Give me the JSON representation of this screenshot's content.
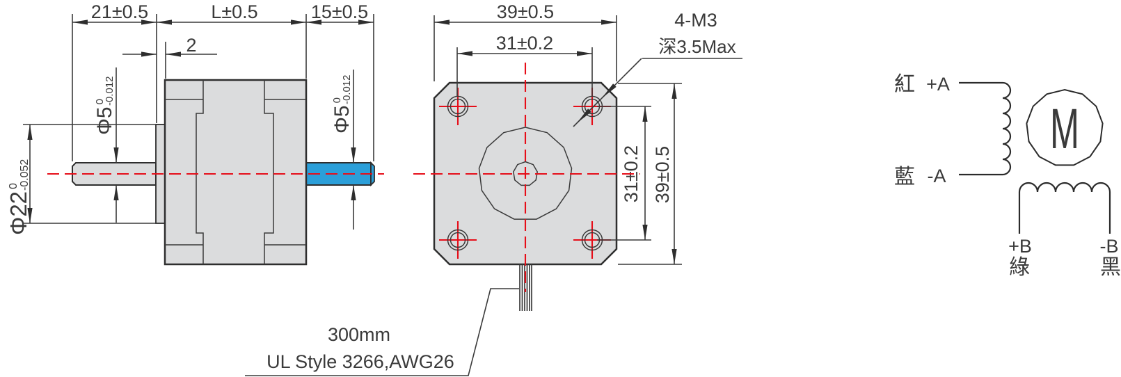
{
  "side_view": {
    "dim_rear_shaft_length": "21±0.5",
    "dim_body_length": "L±0.5",
    "dim_front_shaft_length": "15±0.5",
    "dim_hub_thickness": "2",
    "dim_rear_shaft_dia": {
      "main": "Φ5",
      "sup": "0",
      "sub": "-0.012"
    },
    "dim_front_shaft_dia": {
      "main": "Φ5",
      "sup": "0",
      "sub": "-0.012"
    },
    "dim_hub_dia": {
      "main": "Φ22",
      "sup": "0",
      "sub": "-0.052"
    }
  },
  "front_view": {
    "dim_width": "39±0.5",
    "dim_hole_spacing_h": "31±0.2",
    "dim_hole_spacing_v": "31±0.2",
    "dim_height": "39±0.5",
    "callout_holes_line1": "4-M3",
    "callout_holes_line2": "深3.5Max",
    "callout_wire_line1": "300mm",
    "callout_wire_line2": "UL Style 3266,AWG26"
  },
  "wiring_diagram": {
    "phase_a_positive": {
      "wire_color_name": "紅",
      "terminal": "+A"
    },
    "phase_a_negative": {
      "wire_color_name": "藍",
      "terminal": "-A"
    },
    "phase_b_positive": {
      "terminal": "+B",
      "wire_color_name": "綠"
    },
    "phase_b_negative": {
      "terminal": "-B",
      "wire_color_name": "黑"
    },
    "motor_symbol": "M"
  },
  "colors": {
    "body_fill": "#dbdcdd",
    "outline": "#2e2e2e",
    "shaft_blue": "#2b9fd9",
    "centerline_red": "#e60e19"
  }
}
